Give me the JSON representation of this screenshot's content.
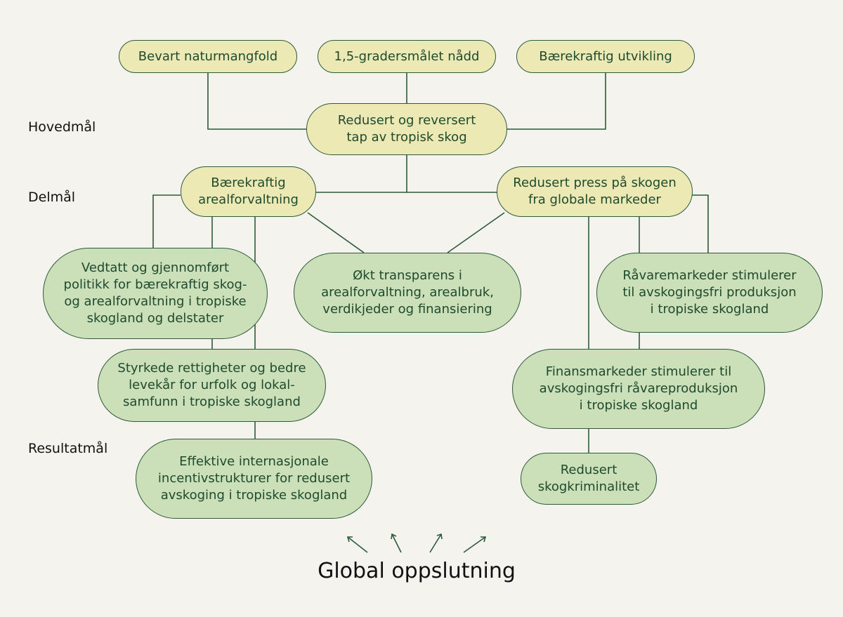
{
  "levels": {
    "hovedmal": "Hovedmål",
    "delmal": "Delmål",
    "resultatmal": "Resultatmål"
  },
  "top_goals": [
    "Bevart naturmangfold",
    "1,5-gradersmålet nådd",
    "Bærekraftig utvikling"
  ],
  "main_goal": "Redusert og reversert\ntap av tropisk skog",
  "sub_goals": [
    "Bærekraftig\narealforvaltning",
    "Redusert press på skogen\nfra globale markeder"
  ],
  "results": [
    "Vedtatt og gjennomført\npolitikk for bærekraftig skog-\nog arealforvaltning i tropiske\nskogland og delstater",
    "Økt transparens i\narealforvaltning, arealbruk,\nverdikjeder og finansiering",
    "Råvaremarkeder stimulerer\ntil avskogingsfri produksjon\ni tropiske skogland",
    "Styrkede rettigheter og bedre\nlevekår for urfolk og lokal-\nsamfunn i tropiske skogland",
    "Finansmarkeder stimulerer til\navskogingsfri råvareproduksjon\ni tropiske skogland",
    "Effektive internasjonale\nincentivstrukturer for redusert\navskoging i tropiske skogland",
    "Redusert\nskogkriminalitet"
  ],
  "footer": "Global oppslutning",
  "colors": {
    "top_fill": "#ede9b4",
    "result_fill": "#cbdfb8",
    "line": "#2d5a3a",
    "text": "#1e4a2e",
    "background": "#f4f3ee"
  }
}
